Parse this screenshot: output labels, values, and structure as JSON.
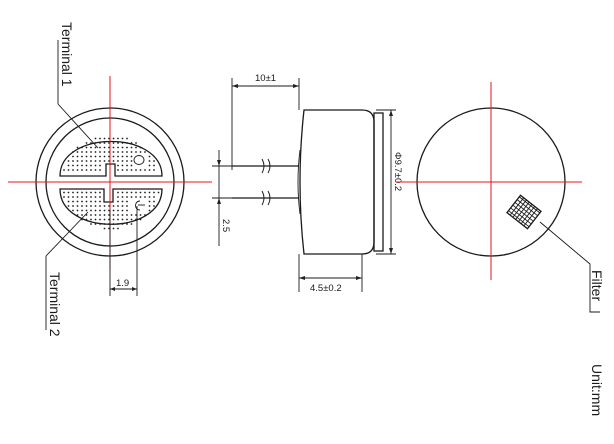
{
  "labels": {
    "terminal_1": "Terminal 1",
    "terminal_2": "Terminal 2",
    "filter": "Filter",
    "unit": "Unit:mm"
  },
  "dimensions": {
    "lead_length": "10±1",
    "lead_pitch": "2.5",
    "terminal_offset": "1.9",
    "body_diameter": "Φ9.7±0.2",
    "body_height": "4.5±0.2"
  },
  "colors": {
    "centerline": "#e8141e",
    "ink": "#1a1a1a",
    "background": "#ffffff"
  }
}
